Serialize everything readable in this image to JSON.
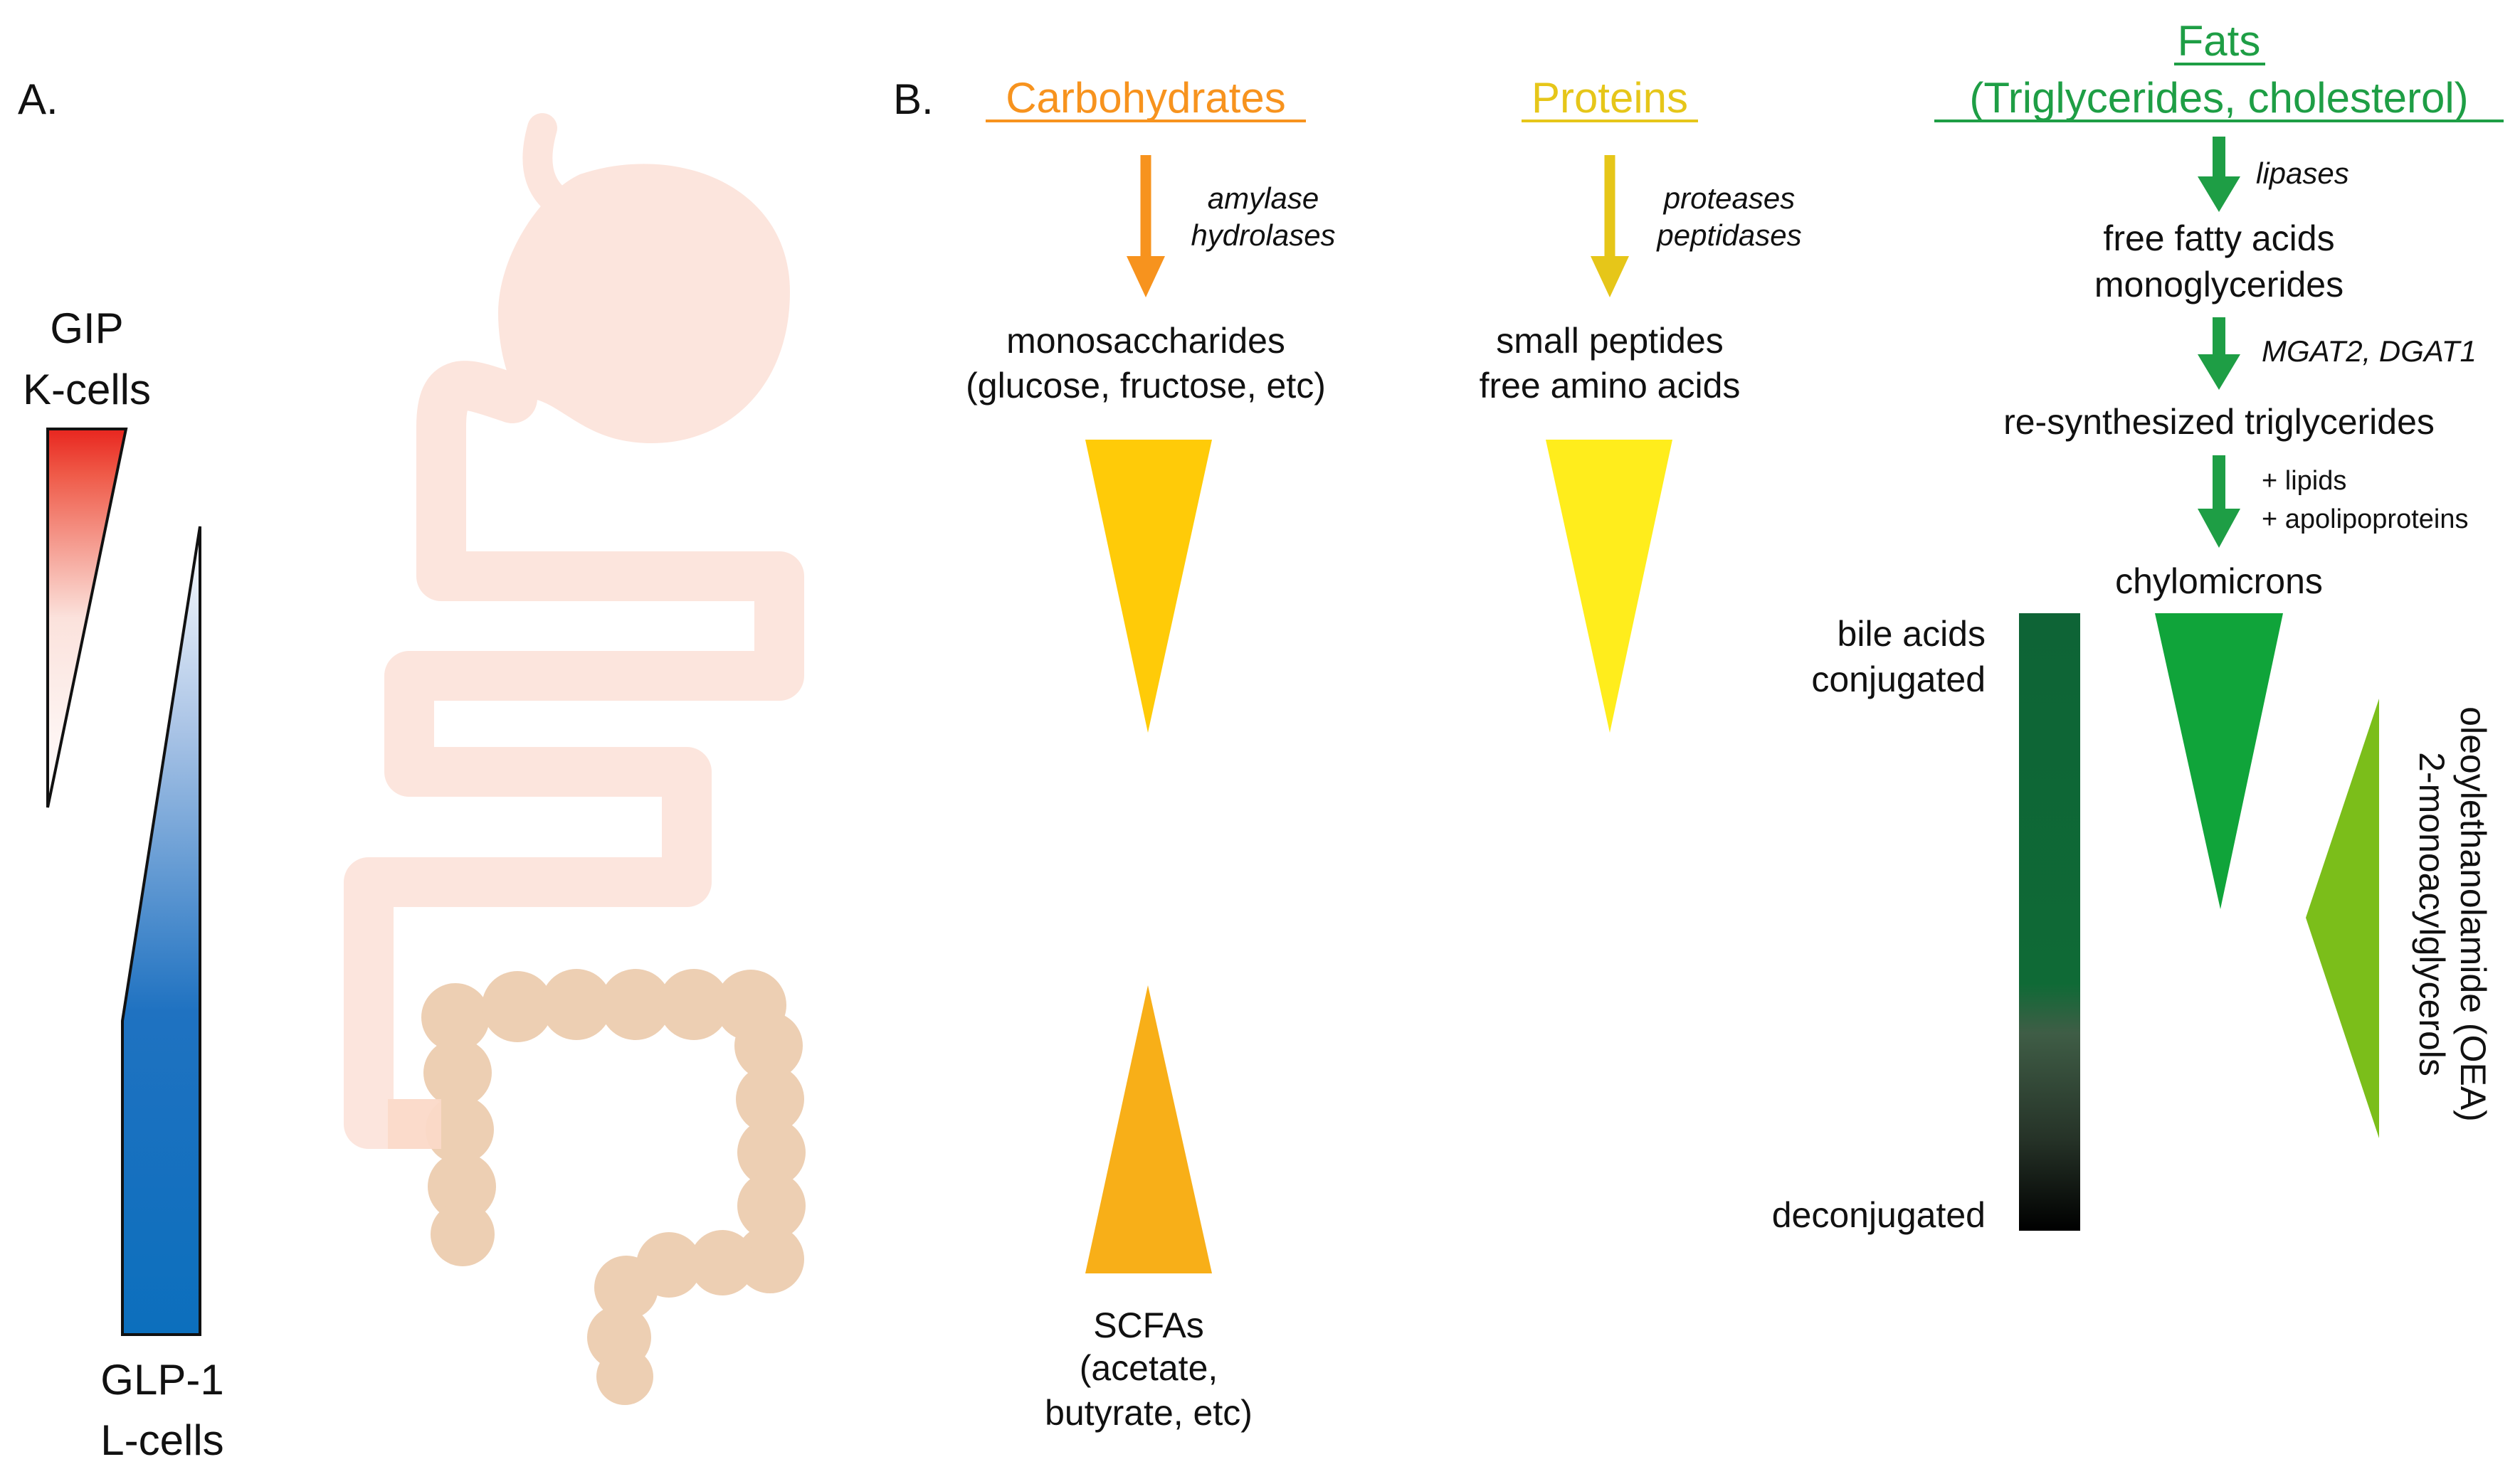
{
  "panel_a": {
    "label": "A.",
    "gip": {
      "line1": "GIP",
      "line2": "K-cells"
    },
    "glp1": {
      "line1": "GLP-1",
      "line2": "L-cells"
    }
  },
  "panel_b": {
    "label": "B.",
    "carbohydrates": {
      "title": "Carbohydrates",
      "color": "#f7931e",
      "enzymes": [
        "amylase",
        "hydrolases"
      ],
      "products": [
        "monosaccharides",
        "(glucose, fructose, etc)"
      ],
      "scfa": [
        "SCFAs",
        "(acetate,",
        "butyrate, etc)"
      ]
    },
    "proteins": {
      "title": "Proteins",
      "color": "#e6c619",
      "enzymes": [
        "proteases",
        "peptidases"
      ],
      "products": [
        "small peptides",
        "free amino acids"
      ]
    },
    "fats": {
      "title_line1": "Fats",
      "title_line2": "(Triglycerides, cholesterol)",
      "color": "#1e9e45",
      "step1_enzyme": "lipases",
      "step1_products": [
        "free fatty acids",
        "monoglycerides"
      ],
      "step2_enzyme": "MGAT2, DGAT1",
      "step2_product": "re-synthesized triglycerides",
      "step3_additions": [
        "+ lipids",
        "+ apolipoproteins"
      ],
      "step3_product": "chylomicrons",
      "bile_labels": [
        "bile acids",
        "conjugated",
        "deconjugated"
      ],
      "rotated_labels": [
        "oleoylethanolamide (OEA)",
        "2-monoacylglycerols"
      ]
    }
  }
}
